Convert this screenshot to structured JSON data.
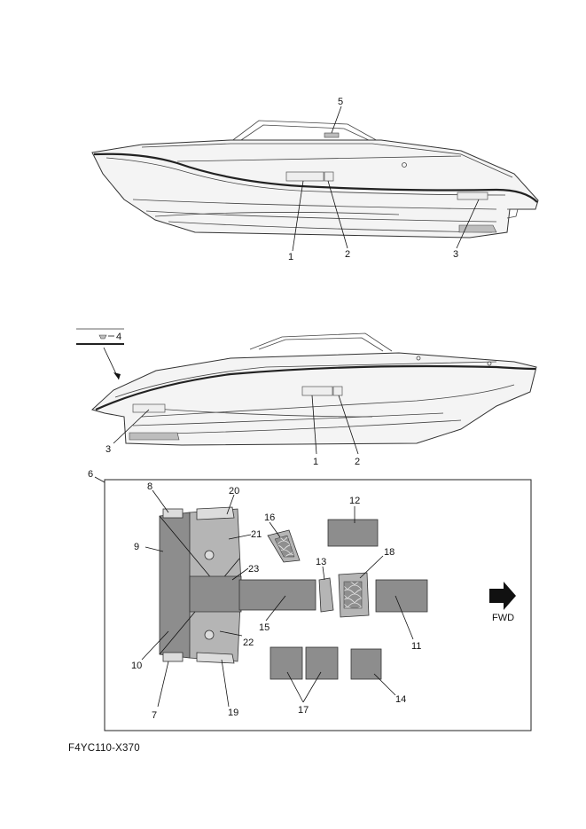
{
  "callouts": {
    "c1": "1",
    "c2": "2",
    "c3": "3",
    "c4": "4",
    "c5": "5",
    "c6": "6",
    "c7": "7",
    "c8": "8",
    "c9": "9",
    "c10": "10",
    "c11": "11",
    "c12": "12",
    "c13": "13",
    "c14": "14",
    "c15": "15",
    "c16": "16",
    "c17": "17",
    "c18": "18",
    "c19": "19",
    "c20": "20",
    "c21": "21",
    "c22": "22",
    "c23": "23"
  },
  "fwd_label": "FWD",
  "drawing_code": "F4YC110-X370"
}
